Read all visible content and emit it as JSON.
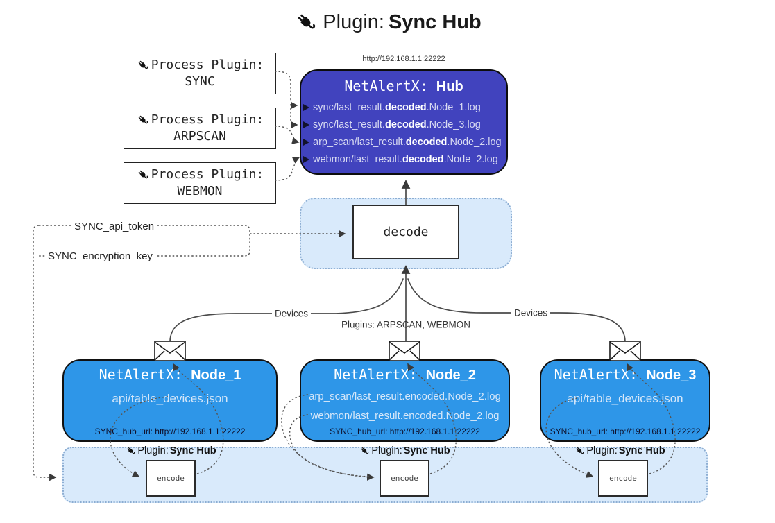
{
  "title": {
    "prefix": "Plugin: ",
    "name": "Sync Hub"
  },
  "hub": {
    "url": "http://192.168.1.1:22222",
    "title_prefix": "NetAlertX: ",
    "title_name": "Hub",
    "logs": [
      {
        "pre": "sync/last_result.",
        "bold": "decoded",
        "post": ".Node_1.log"
      },
      {
        "pre": "sync/last_result.",
        "bold": "decoded",
        "post": ".Node_3.log"
      },
      {
        "pre": "arp_scan/last_result.",
        "bold": "decoded",
        "post": ".Node_2.log"
      },
      {
        "pre": "webmon/last_result.",
        "bold": "decoded",
        "post": ".Node_2.log"
      }
    ]
  },
  "process_plugins": [
    {
      "label": "Process Plugin:",
      "name": "SYNC"
    },
    {
      "label": "Process Plugin:",
      "name": "ARPSCAN"
    },
    {
      "label": "Process Plugin:",
      "name": "WEBMON"
    }
  ],
  "decode_box": {
    "label": "decode"
  },
  "settings": {
    "api_token": "SYNC_api_token",
    "encryption_key": "SYNC_encryption_key"
  },
  "edge_labels": {
    "devices_left": "Devices",
    "devices_right": "Devices",
    "plugins": "Plugins: ARPSCAN, WEBMON"
  },
  "nodes": [
    {
      "title_prefix": "NetAlertX: ",
      "title_name": "Node_1",
      "files": [
        "api/table_devices.json"
      ],
      "hub_url": "SYNC_hub_url: http://192.168.1.1:22222"
    },
    {
      "title_prefix": "NetAlertX: ",
      "title_name": "Node_2",
      "files": [
        "arp_scan/last_result.encoded.Node_2.log",
        "webmon/last_result.encoded.Node_2.log"
      ],
      "hub_url": "SYNC_hub_url: http://192.168.1.1:22222"
    },
    {
      "title_prefix": "NetAlertX: ",
      "title_name": "Node_3",
      "files": [
        "api/table_devices.json"
      ],
      "hub_url": "SYNC_hub_url: http://192.168.1.1:22222"
    }
  ],
  "encoders": [
    {
      "plugin_prefix": "Plugin: ",
      "plugin_name": "Sync Hub",
      "label": "encode"
    },
    {
      "plugin_prefix": "Plugin: ",
      "plugin_name": "Sync Hub",
      "label": "encode"
    },
    {
      "plugin_prefix": "Plugin: ",
      "plugin_name": "Sync Hub",
      "label": "encode"
    }
  ],
  "colors": {
    "hub_bg": "#4143BE",
    "node_bg": "#2E96E8",
    "panel_bg": "#D9EAFB",
    "panel_border": "#8CADD2",
    "line": "#4a4a4a",
    "dotted_line": "#555555"
  }
}
